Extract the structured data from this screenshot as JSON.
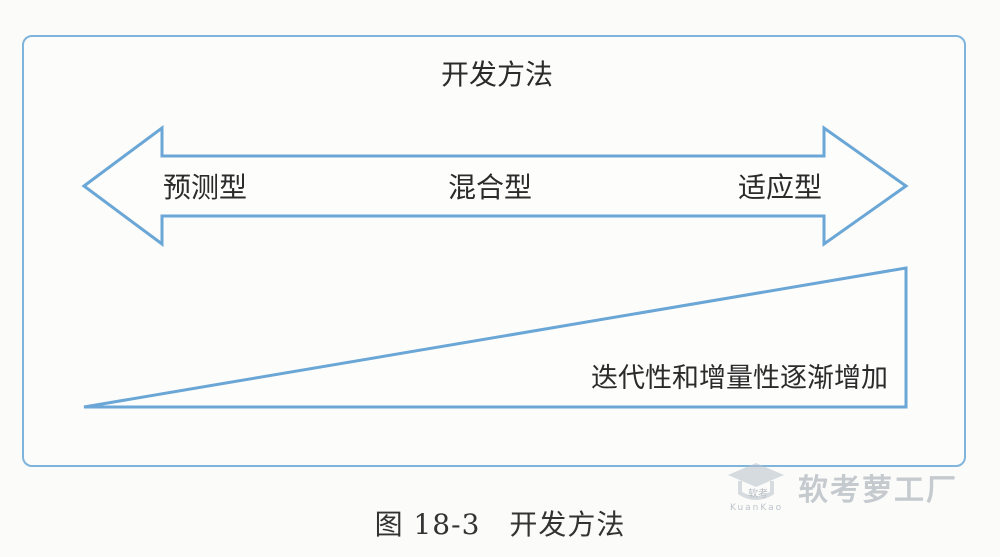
{
  "diagram": {
    "title": "开发方法",
    "arrow_labels": {
      "left": "预测型",
      "center": "混合型",
      "right": "适应型"
    },
    "wedge_label": "迭代性和增量性逐渐增加"
  },
  "caption": "图 18-3　开发方法",
  "watermark": {
    "text": "软考萝工厂",
    "label": "软考",
    "small": "KuanKao"
  },
  "colors": {
    "stroke": "#6aa6d6",
    "frame": "#7fb4dc",
    "text": "#2b2b2b"
  }
}
